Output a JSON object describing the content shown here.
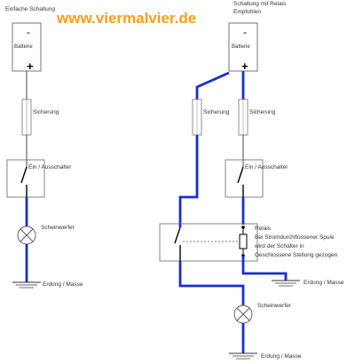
{
  "website": "www.viermalvier.de",
  "colors": {
    "wire": "#1a2ecc",
    "thin_wire": "#333333",
    "website": "#f5a019"
  },
  "left_circuit": {
    "title": "Einfache Schaltung",
    "battery_label": "Batterie",
    "battery_minus": "-",
    "battery_plus": "+",
    "fuse_label": "Sicherung",
    "switch_label": "Ein / Ausschalter",
    "lamp_label": "Scheinwerfer",
    "ground_label": "Erdung / Masse"
  },
  "right_circuit": {
    "title_line1": "Schaltung mit Relais",
    "title_line2": "Empfohlen",
    "battery_label": "Batterie",
    "battery_minus": "-",
    "battery_plus": "+",
    "fuse1_label": "Sicherung",
    "fuse2_label": "Sicherung",
    "switch_label": "Ein / Ausschalter",
    "relay_line1": "Relais",
    "relay_line2": "Bei Stromdurchflossener Spule",
    "relay_line3": "wird der Schalter in",
    "relay_line4": "Geschlossene Stellung gezogen",
    "ground1_label": "Erdung / Masse",
    "lamp_label": "Scheinwerfer",
    "ground2_label": "Erdung / Masse"
  }
}
